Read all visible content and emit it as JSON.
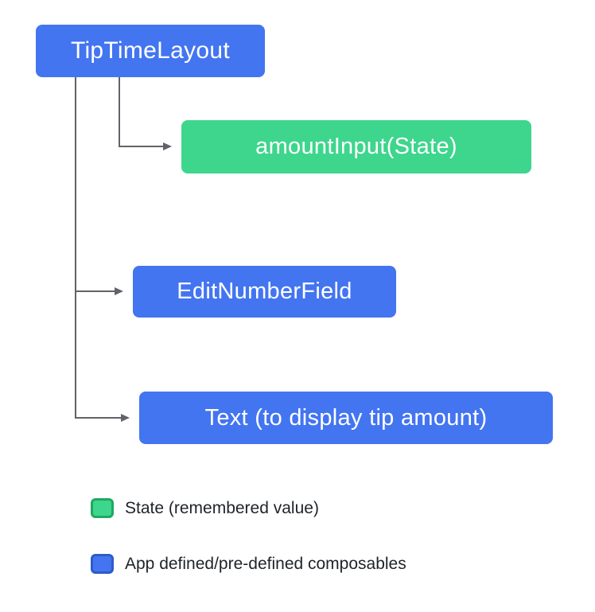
{
  "diagram": {
    "root": {
      "label": "TipTimeLayout",
      "type": "composable"
    },
    "children": [
      {
        "label": "amountInput(State)",
        "type": "state"
      },
      {
        "label": "EditNumberField",
        "type": "composable"
      },
      {
        "label": "Text (to display tip amount)",
        "type": "composable"
      }
    ]
  },
  "legend": {
    "items": [
      {
        "label": "State (remembered value)",
        "swatch": "state"
      },
      {
        "label": "App defined/pre-defined composables",
        "swatch": "composable"
      }
    ]
  },
  "colors": {
    "composable_fill": "#4375F1",
    "composable_border": "#2F5BC9",
    "state_fill": "#3DD68C",
    "state_border": "#1FA864",
    "arrow": "#606368",
    "box_text": "#FFFFFF",
    "legend_text": "#1F2328",
    "background": "#FFFFFF"
  }
}
